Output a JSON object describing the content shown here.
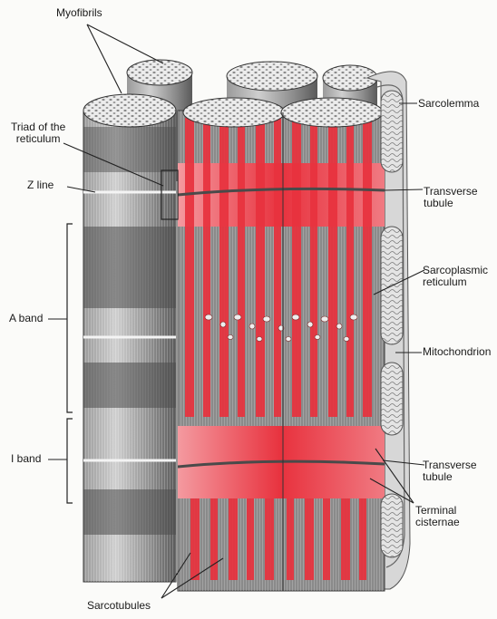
{
  "labels": {
    "myofibrils": "Myofibrils",
    "sarcolemma": "Sarcolemma",
    "triad_line1": "Triad of the",
    "triad_line2": "reticulum",
    "z_line": "Z line",
    "transverse_tubule_top_line1": "Transverse",
    "transverse_tubule_top_line2": "tubule",
    "sarcoplasmic_line1": "Sarcoplasmic",
    "sarcoplasmic_line2": "reticulum",
    "a_band": "A band",
    "mitochondrion": "Mitochondrion",
    "i_band": "I band",
    "transverse_tubule_bottom_line1": "Transverse",
    "transverse_tubule_bottom_line2": "tubule",
    "terminal_line1": "Terminal",
    "terminal_line2": "cisternae",
    "sarcotubules": "Sarcotubules"
  },
  "colors": {
    "reticulum": "#e8323e",
    "reticulum_light": "#f07a82",
    "myofibril_dark": "#555555",
    "myofibril_light": "#b8b8b8",
    "cut_face": "#e6e6e6"
  }
}
